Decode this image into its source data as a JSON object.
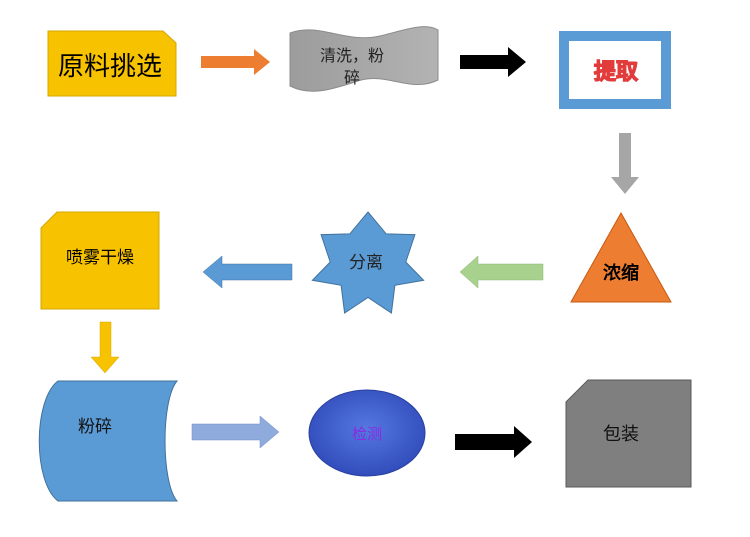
{
  "steps": {
    "raw_selection": "原料挑选",
    "wash_grind_line1": "清洗，粉",
    "wash_grind_line2": "碎",
    "extract": "提取",
    "concentrate": "浓缩",
    "separate": "分离",
    "spray_dry": "喷雾干燥",
    "pulverize": "粉碎",
    "inspect": "检测",
    "package": "包装"
  },
  "colors": {
    "yellow": "#F7C200",
    "gray_wave": "#A6A6A6",
    "blue_frame": "#5B9BD5",
    "orange": "#ED7D31",
    "blue": "#5B9BD5",
    "green_arrow": "#A9D18E",
    "lavender_arrow": "#8FAADC",
    "navy_oval": "#3A5BC7",
    "dark_gray": "#7F7F7F",
    "black": "#000000"
  }
}
